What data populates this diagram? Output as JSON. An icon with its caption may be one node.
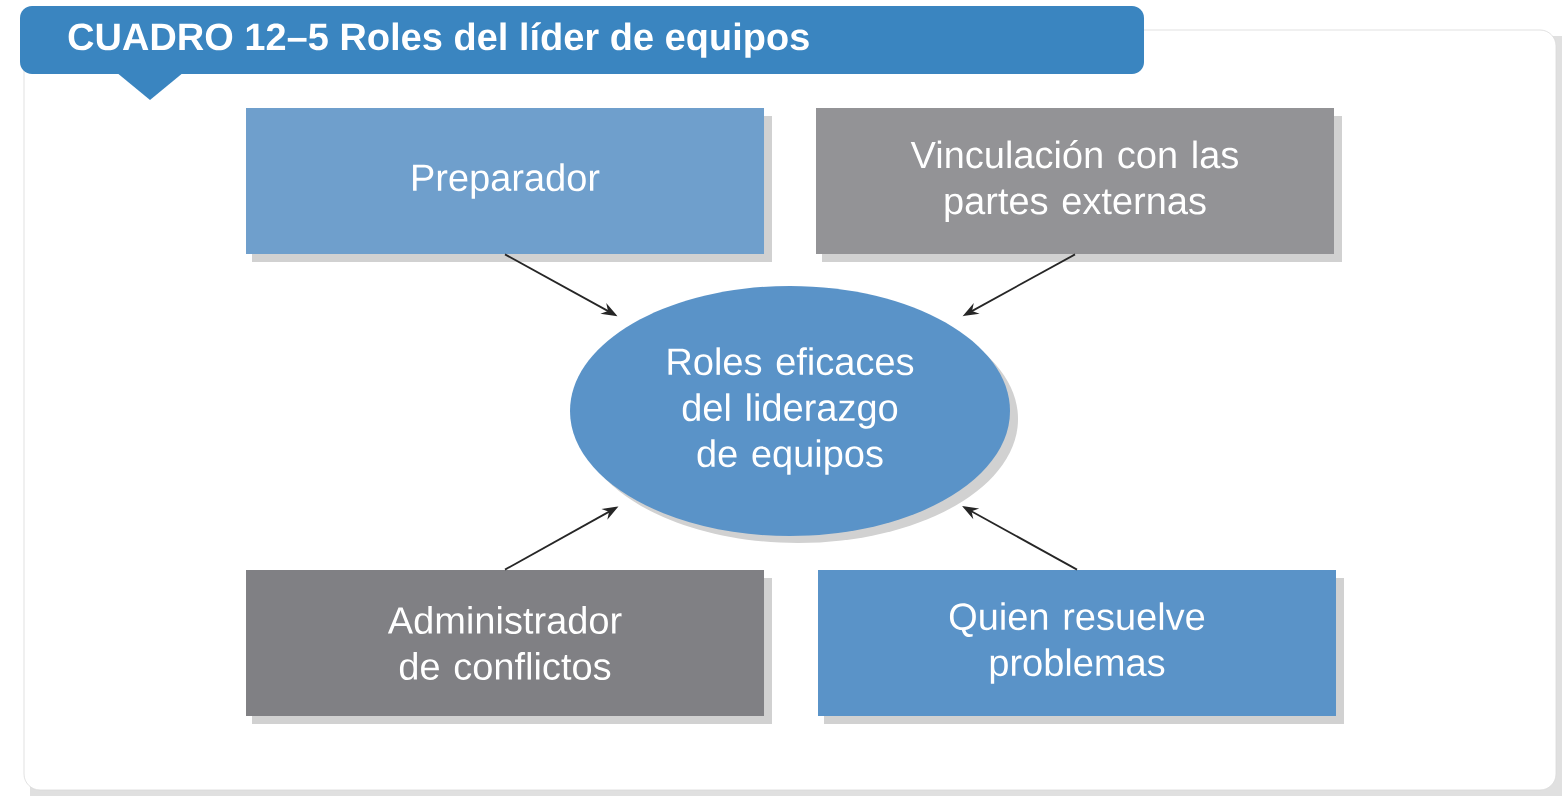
{
  "diagram": {
    "title": "CUADRO 12–5 Roles del líder de equipos",
    "nodes": [
      {
        "text": [
          "Preparador"
        ]
      },
      {
        "text": [
          "Vinculación con las partes externas"
        ]
      },
      {
        "text": [
          "Roles eficaces del liderazgo de equipos"
        ]
      },
      {
        "text": [
          "Administrador de conflictos"
        ]
      },
      {
        "text": [
          "Quien resuelve problemas"
        ]
      }
    ],
    "edges": [
      {
        "from": 0,
        "to": 2,
        "arrow": "to"
      },
      {
        "from": 1,
        "to": 2,
        "arrow": "to"
      },
      {
        "from": 3,
        "to": 2,
        "arrow": "to"
      },
      {
        "from": 4,
        "to": 2,
        "arrow": "to"
      }
    ]
  }
}
